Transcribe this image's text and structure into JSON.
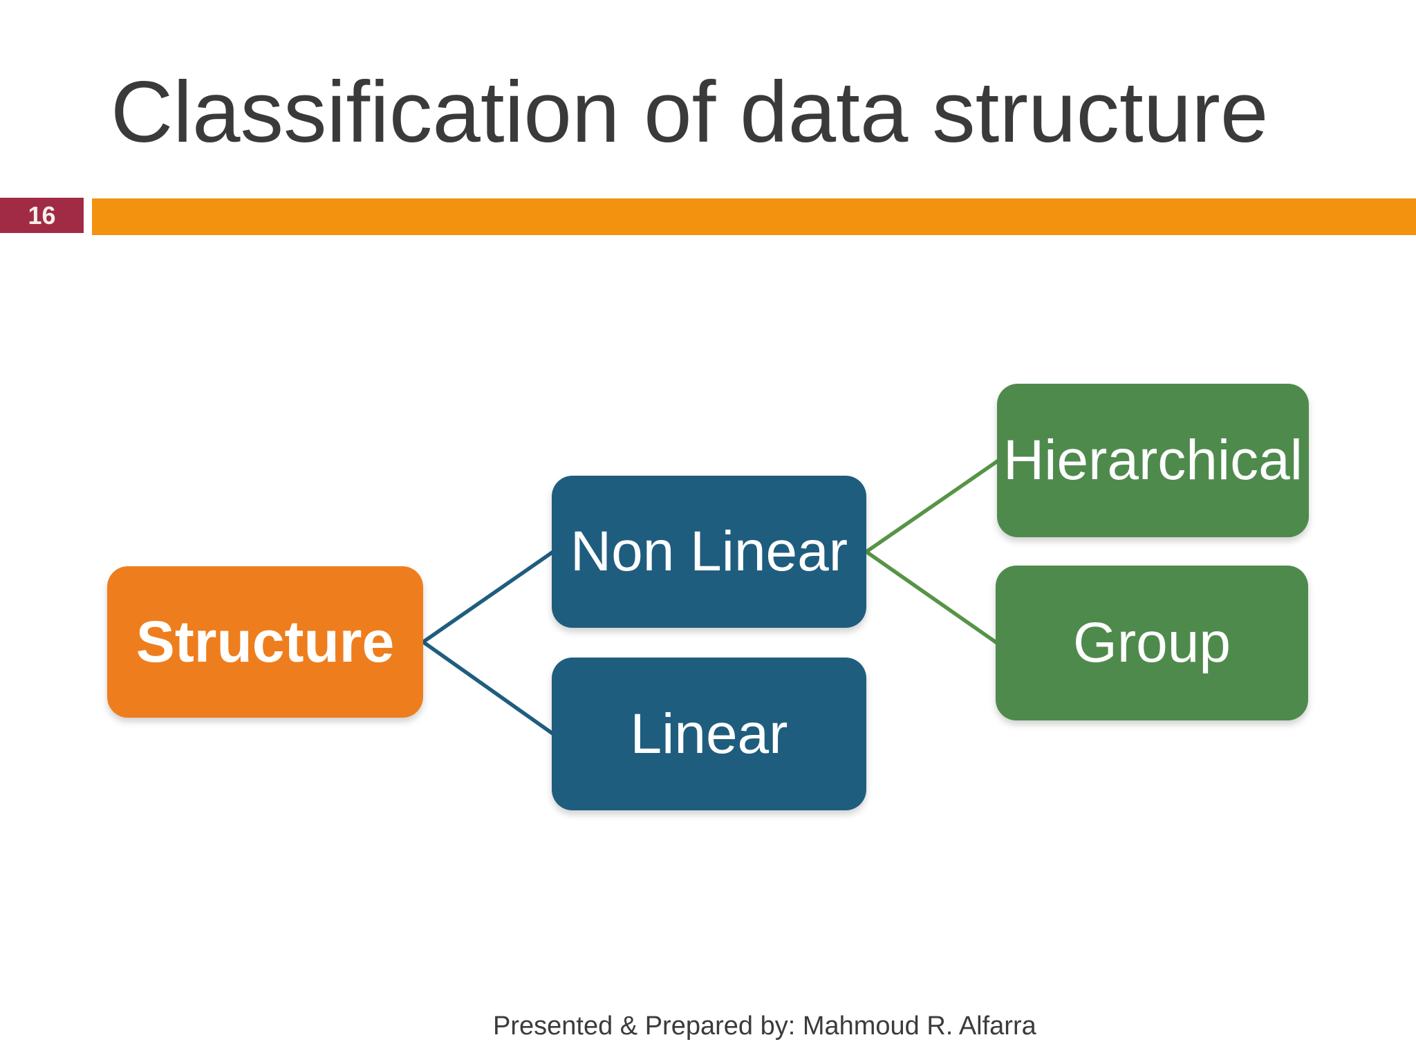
{
  "slide": {
    "title": "Classification of data structure",
    "page_number": "16",
    "footer": "Presented & Prepared by: Mahmoud R. Alfarra"
  },
  "diagram": {
    "nodes": [
      {
        "id": "structure",
        "label": "Structure",
        "level": 1,
        "color": "#ee7e1d"
      },
      {
        "id": "non-linear",
        "label": "Non Linear",
        "level": 2,
        "color": "#1f5d7e"
      },
      {
        "id": "linear",
        "label": "Linear",
        "level": 2,
        "color": "#1f5d7e"
      },
      {
        "id": "hierarchical",
        "label": "Hierarchical",
        "level": 3,
        "color": "#4f8a4d"
      },
      {
        "id": "group",
        "label": "Group",
        "level": 3,
        "color": "#4f8a4d"
      }
    ],
    "edges": [
      {
        "from": "Structure",
        "to": "Non Linear",
        "color": "#1f5d7e"
      },
      {
        "from": "Structure",
        "to": "Linear",
        "color": "#1f5d7e"
      },
      {
        "from": "Non Linear",
        "to": "Hierarchical",
        "color": "#579446"
      },
      {
        "from": "Non Linear",
        "to": "Group",
        "color": "#579446"
      }
    ]
  },
  "colors": {
    "title_text": "#3a3a3a",
    "header_bar": "#f2920f",
    "page_badge_bg": "#a12b45",
    "page_badge_text": "#f5f1ea",
    "node_root": "#ee7e1d",
    "node_level2": "#1f5d7e",
    "node_level3": "#4f8a4d",
    "edge_blue": "#1f5d7e",
    "edge_green": "#579446",
    "node_text": "#ffffff",
    "footer_text": "#3b3b3b"
  }
}
